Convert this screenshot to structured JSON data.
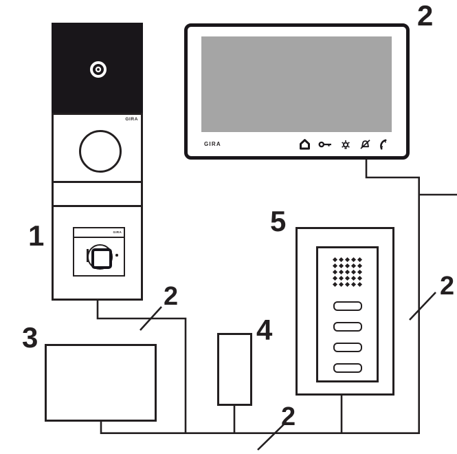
{
  "labels": {
    "door_station": "1",
    "video_home_station": "2",
    "control_device": "3",
    "switch": "4",
    "audio_home_station": "5",
    "bus_mark_door": "2",
    "bus_mark_right": "2",
    "bus_mark_bottom": "2"
  },
  "door_station": {
    "brand": "GIRA",
    "fingerprint_module_brand": "GIRA"
  },
  "video_home_station": {
    "brand": "GIRA",
    "icons": [
      "home-icon",
      "door-opener-key-icon",
      "light-icon",
      "mute-bell-icon",
      "handset-icon"
    ]
  },
  "audio_home_station": {
    "button_count": 4,
    "grille_rows": 5,
    "grille_cols": 5
  },
  "colors": {
    "line": "#231f20",
    "camera_module": "#19161a",
    "screen": "#a5a5a5"
  }
}
